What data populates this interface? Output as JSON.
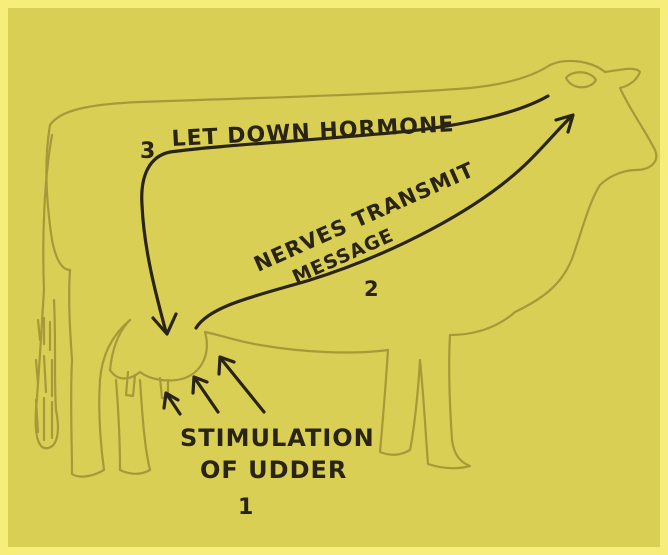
{
  "labels": {
    "step3_number": "3",
    "step3_text": "LET DOWN HORMONE",
    "step2_line1": "NERVES TRANSMIT",
    "step2_line2": "MESSAGE",
    "step2_number": "2",
    "step1_line1": "STIMULATION",
    "step1_line2": "OF UDDER",
    "step1_number": "1"
  },
  "colors": {
    "background": "#d9cf55",
    "border": "#f7ed7a",
    "outline": "#a6993a",
    "ink": "#2a2415"
  }
}
